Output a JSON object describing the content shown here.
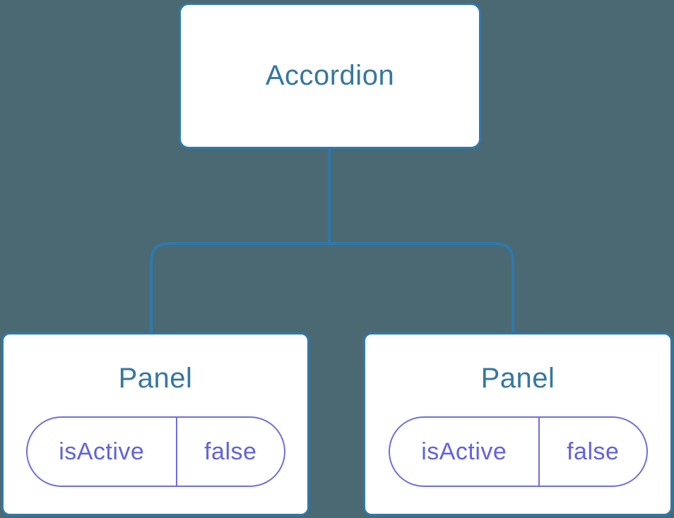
{
  "diagram": {
    "type": "component-tree",
    "colors": {
      "background": "#4b6973",
      "node_fill": "#ffffff",
      "node_border_blue": "#2e79ad",
      "connector_blue": "#2e79ad",
      "component_label_blue": "#35779f",
      "state_border_purple": "#6f6fdc",
      "state_text_purple": "#6262dc"
    },
    "root": {
      "label": "Accordion"
    },
    "children": [
      {
        "label": "Panel",
        "state": {
          "key": "isActive",
          "value": "false"
        }
      },
      {
        "label": "Panel",
        "state": {
          "key": "isActive",
          "value": "false"
        }
      }
    ]
  }
}
